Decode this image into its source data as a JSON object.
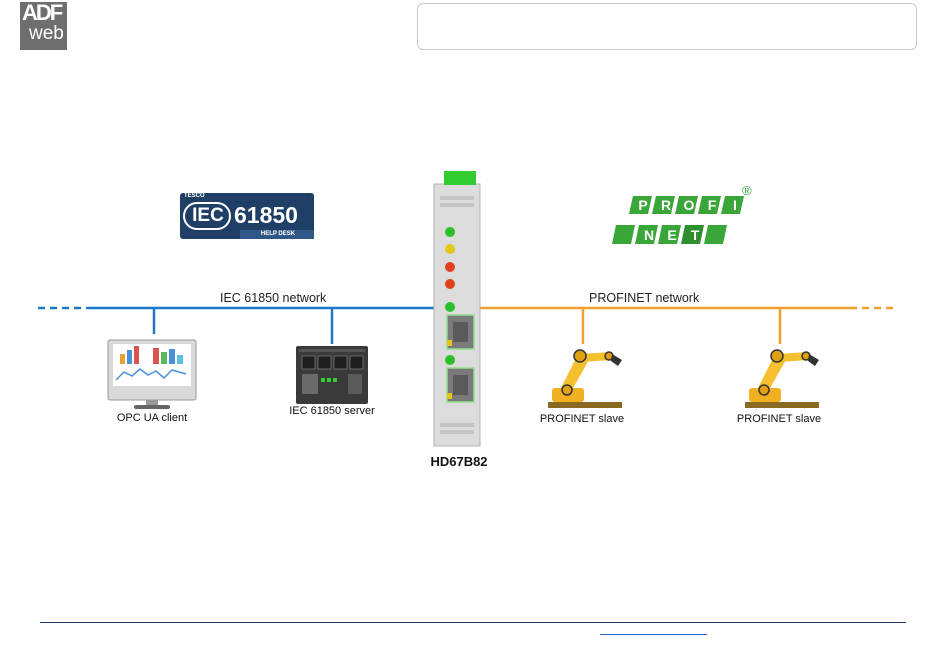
{
  "logo": {
    "line1": "ADF",
    "line2": "web"
  },
  "diagram": {
    "left_network_label": "IEC 61850 network",
    "right_network_label": "PROFINET network",
    "left_protocol_logo": {
      "brand": "TESCO",
      "prefix": "IEC",
      "number": "61850",
      "tagline": "HELP DESK"
    },
    "right_protocol_logo": {
      "top_letters": [
        "P",
        "R",
        "O",
        "F",
        "I"
      ],
      "bottom_letters": [
        "N",
        "E",
        "T"
      ],
      "registered": "®"
    },
    "device": {
      "name": "HD67B82"
    },
    "nodes": [
      {
        "label": "OPC UA client",
        "icon": "monitor-icon"
      },
      {
        "label": "IEC 61850 server",
        "icon": "panel-device-icon"
      },
      {
        "label": "PROFINET slave",
        "icon": "robot-arm-icon"
      },
      {
        "label": "PROFINET slave",
        "icon": "robot-arm-icon"
      }
    ],
    "colors": {
      "left_network": "#1e78c8",
      "right_network": "#f0a030",
      "iec_logo": "#1f3f66",
      "profinet_logo": "#3aa63a",
      "device_top": "#33cc33"
    }
  }
}
